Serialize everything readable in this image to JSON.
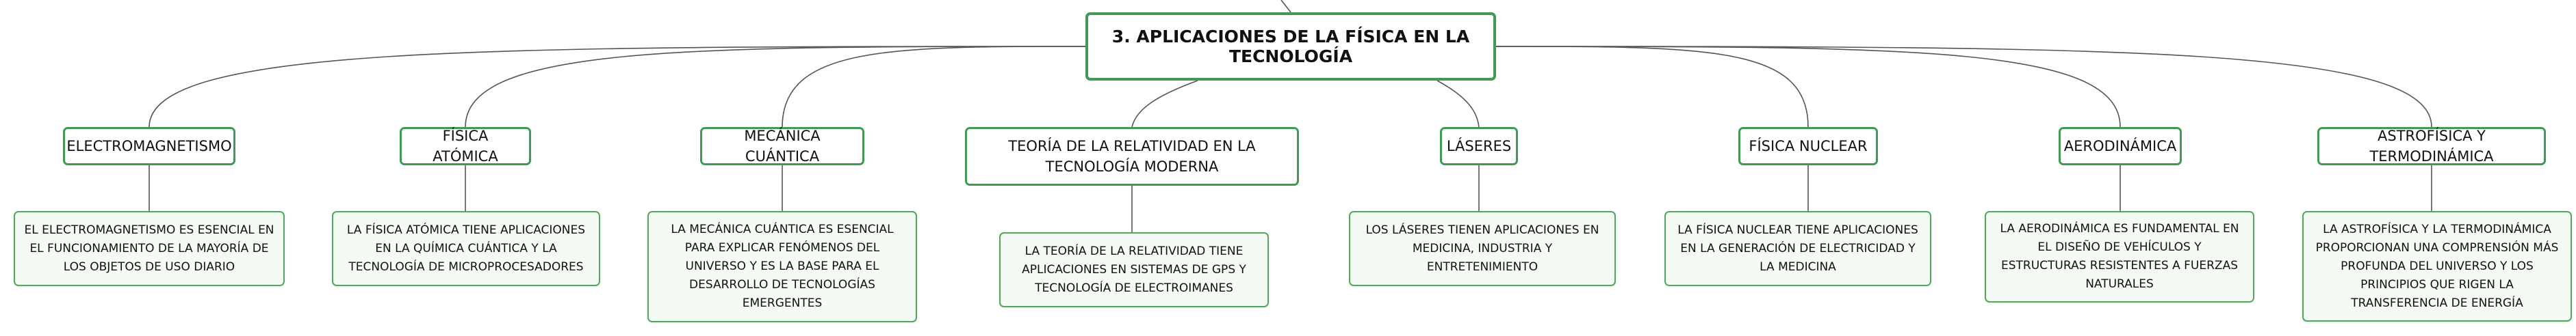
{
  "root": {
    "label": "3. APLICACIONES DE LA FÍSICA EN LA TECNOLOGÍA"
  },
  "branches": [
    {
      "topic": "ELECTROMAGNETISMO",
      "detail": "EL ELECTROMAGNETISMO ES ESENCIAL EN EL FUNCIONAMIENTO DE LA MAYORÍA DE LOS OBJETOS DE USO DIARIO"
    },
    {
      "topic": "FÍSICA ATÓMICA",
      "detail": "LA FÍSICA ATÓMICA TIENE APLICACIONES EN LA QUÍMICA CUÁNTICA Y LA TECNOLOGÍA DE MICROPROCESADORES"
    },
    {
      "topic": "MECÁNICA CUÁNTICA",
      "detail": "LA MECÁNICA CUÁNTICA ES ESENCIAL PARA EXPLICAR FENÓMENOS DEL UNIVERSO Y ES LA BASE PARA EL DESARROLLO DE TECNOLOGÍAS EMERGENTES"
    },
    {
      "topic": "TEORÍA DE LA RELATIVIDAD EN LA TECNOLOGÍA MODERNA",
      "detail": "LA TEORÍA DE LA RELATIVIDAD TIENE APLICACIONES EN SISTEMAS DE GPS Y TECNOLOGÍA DE ELECTROIMANES"
    },
    {
      "topic": "LÁSERES",
      "detail": "LOS LÁSERES TIENEN APLICACIONES EN MEDICINA, INDUSTRIA Y ENTRETENIMIENTO"
    },
    {
      "topic": "FÍSICA NUCLEAR",
      "detail": "LA FÍSICA NUCLEAR TIENE APLICACIONES EN LA GENERACIÓN DE ELECTRICIDAD Y LA MEDICINA"
    },
    {
      "topic": "AERODINÁMICA",
      "detail": "LA AERODINÁMICA ES FUNDAMENTAL EN EL DISEÑO DE VEHÍCULOS Y ESTRUCTURAS RESISTENTES A FUERZAS NATURALES"
    },
    {
      "topic": "ASTROFÍSICA Y TERMODINÁMICA",
      "detail": "LA ASTROFÍSICA Y LA TERMODINÁMICA PROPORCIONAN UNA COMPRENSIÓN MÁS PROFUNDA DEL UNIVERSO Y LOS PRINCIPIOS QUE RIGEN LA TRANSFERENCIA DE ENERGÍA"
    }
  ],
  "colors": {
    "node_border": "#3f9b4f",
    "leaf_fill": "#f3fbf4",
    "connector": "#555555"
  }
}
